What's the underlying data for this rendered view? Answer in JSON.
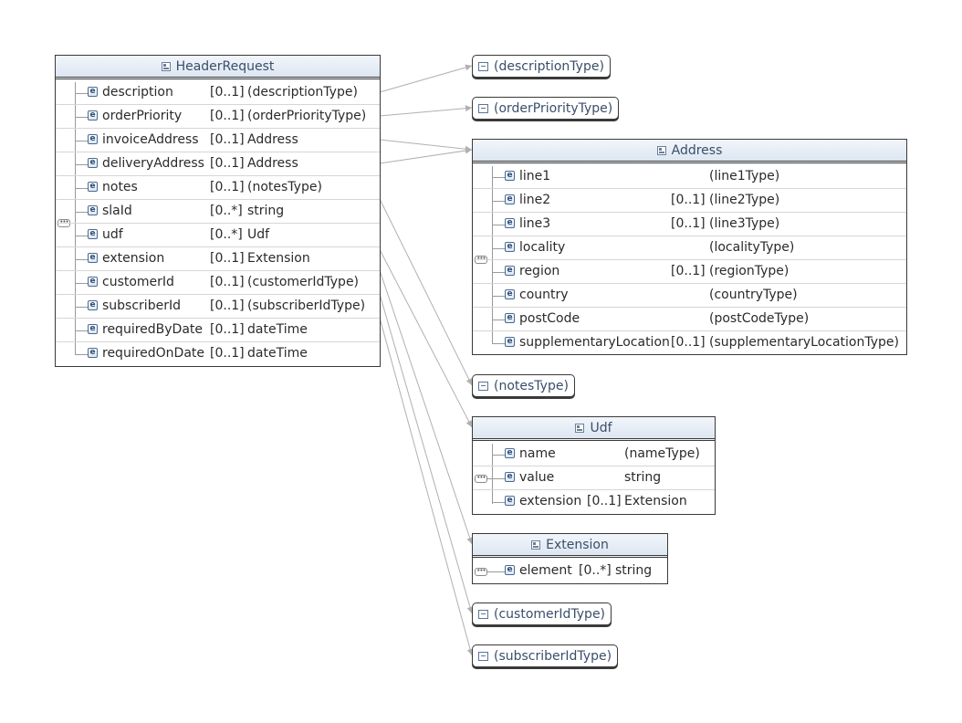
{
  "header_request": {
    "title": "HeaderRequest",
    "elements": [
      {
        "name": "description",
        "card": "[0..1]",
        "type": "(descriptionType)"
      },
      {
        "name": "orderPriority",
        "card": "[0..1]",
        "type": "(orderPriorityType)"
      },
      {
        "name": "invoiceAddress",
        "card": "[0..1]",
        "type": "Address"
      },
      {
        "name": "deliveryAddress",
        "card": "[0..1]",
        "type": "Address"
      },
      {
        "name": "notes",
        "card": "[0..1]",
        "type": "(notesType)"
      },
      {
        "name": "slaId",
        "card": "[0..*]",
        "type": "string"
      },
      {
        "name": "udf",
        "card": "[0..*]",
        "type": "Udf"
      },
      {
        "name": "extension",
        "card": "[0..1]",
        "type": "Extension"
      },
      {
        "name": "customerId",
        "card": "[0..1]",
        "type": "(customerIdType)"
      },
      {
        "name": "subscriberId",
        "card": "[0..1]",
        "type": "(subscriberIdType)"
      },
      {
        "name": "requiredByDate",
        "card": "[0..1]",
        "type": "dateTime"
      },
      {
        "name": "requiredOnDate",
        "card": "[0..1]",
        "type": "dateTime"
      }
    ]
  },
  "address": {
    "title": "Address",
    "elements": [
      {
        "name": "line1",
        "card": "",
        "type": "(line1Type)"
      },
      {
        "name": "line2",
        "card": "[0..1]",
        "type": "(line2Type)"
      },
      {
        "name": "line3",
        "card": "[0..1]",
        "type": "(line3Type)"
      },
      {
        "name": "locality",
        "card": "",
        "type": "(localityType)"
      },
      {
        "name": "region",
        "card": "[0..1]",
        "type": "(regionType)"
      },
      {
        "name": "country",
        "card": "",
        "type": "(countryType)"
      },
      {
        "name": "postCode",
        "card": "",
        "type": "(postCodeType)"
      },
      {
        "name": "supplementaryLocation",
        "card": "[0..1]",
        "type": "(supplementaryLocationType)"
      }
    ]
  },
  "udf": {
    "title": "Udf",
    "elements": [
      {
        "name": "name",
        "card": "",
        "type": "(nameType)"
      },
      {
        "name": "value",
        "card": "",
        "type": "string"
      },
      {
        "name": "extension",
        "card": "[0..1]",
        "type": "Extension"
      }
    ]
  },
  "extension": {
    "title": "Extension",
    "elements": [
      {
        "name": "element",
        "card": "[0..*]",
        "type": "string"
      }
    ]
  },
  "simple_types": {
    "description_type": "(descriptionType)",
    "order_priority_type": "(orderPriorityType)",
    "notes_type": "(notesType)",
    "customer_id_type": "(customerIdType)",
    "subscriber_id_type": "(subscriberIdType)"
  },
  "icons": {
    "element_glyph": "e",
    "sequence_glyph": "•••"
  },
  "colors": {
    "header_gradient_top": "#f2f6fb",
    "header_gradient_bottom": "#dde6f1",
    "title_text": "#3a4e6a",
    "border": "#3a3a3a",
    "connector": "#b0b0b0"
  }
}
